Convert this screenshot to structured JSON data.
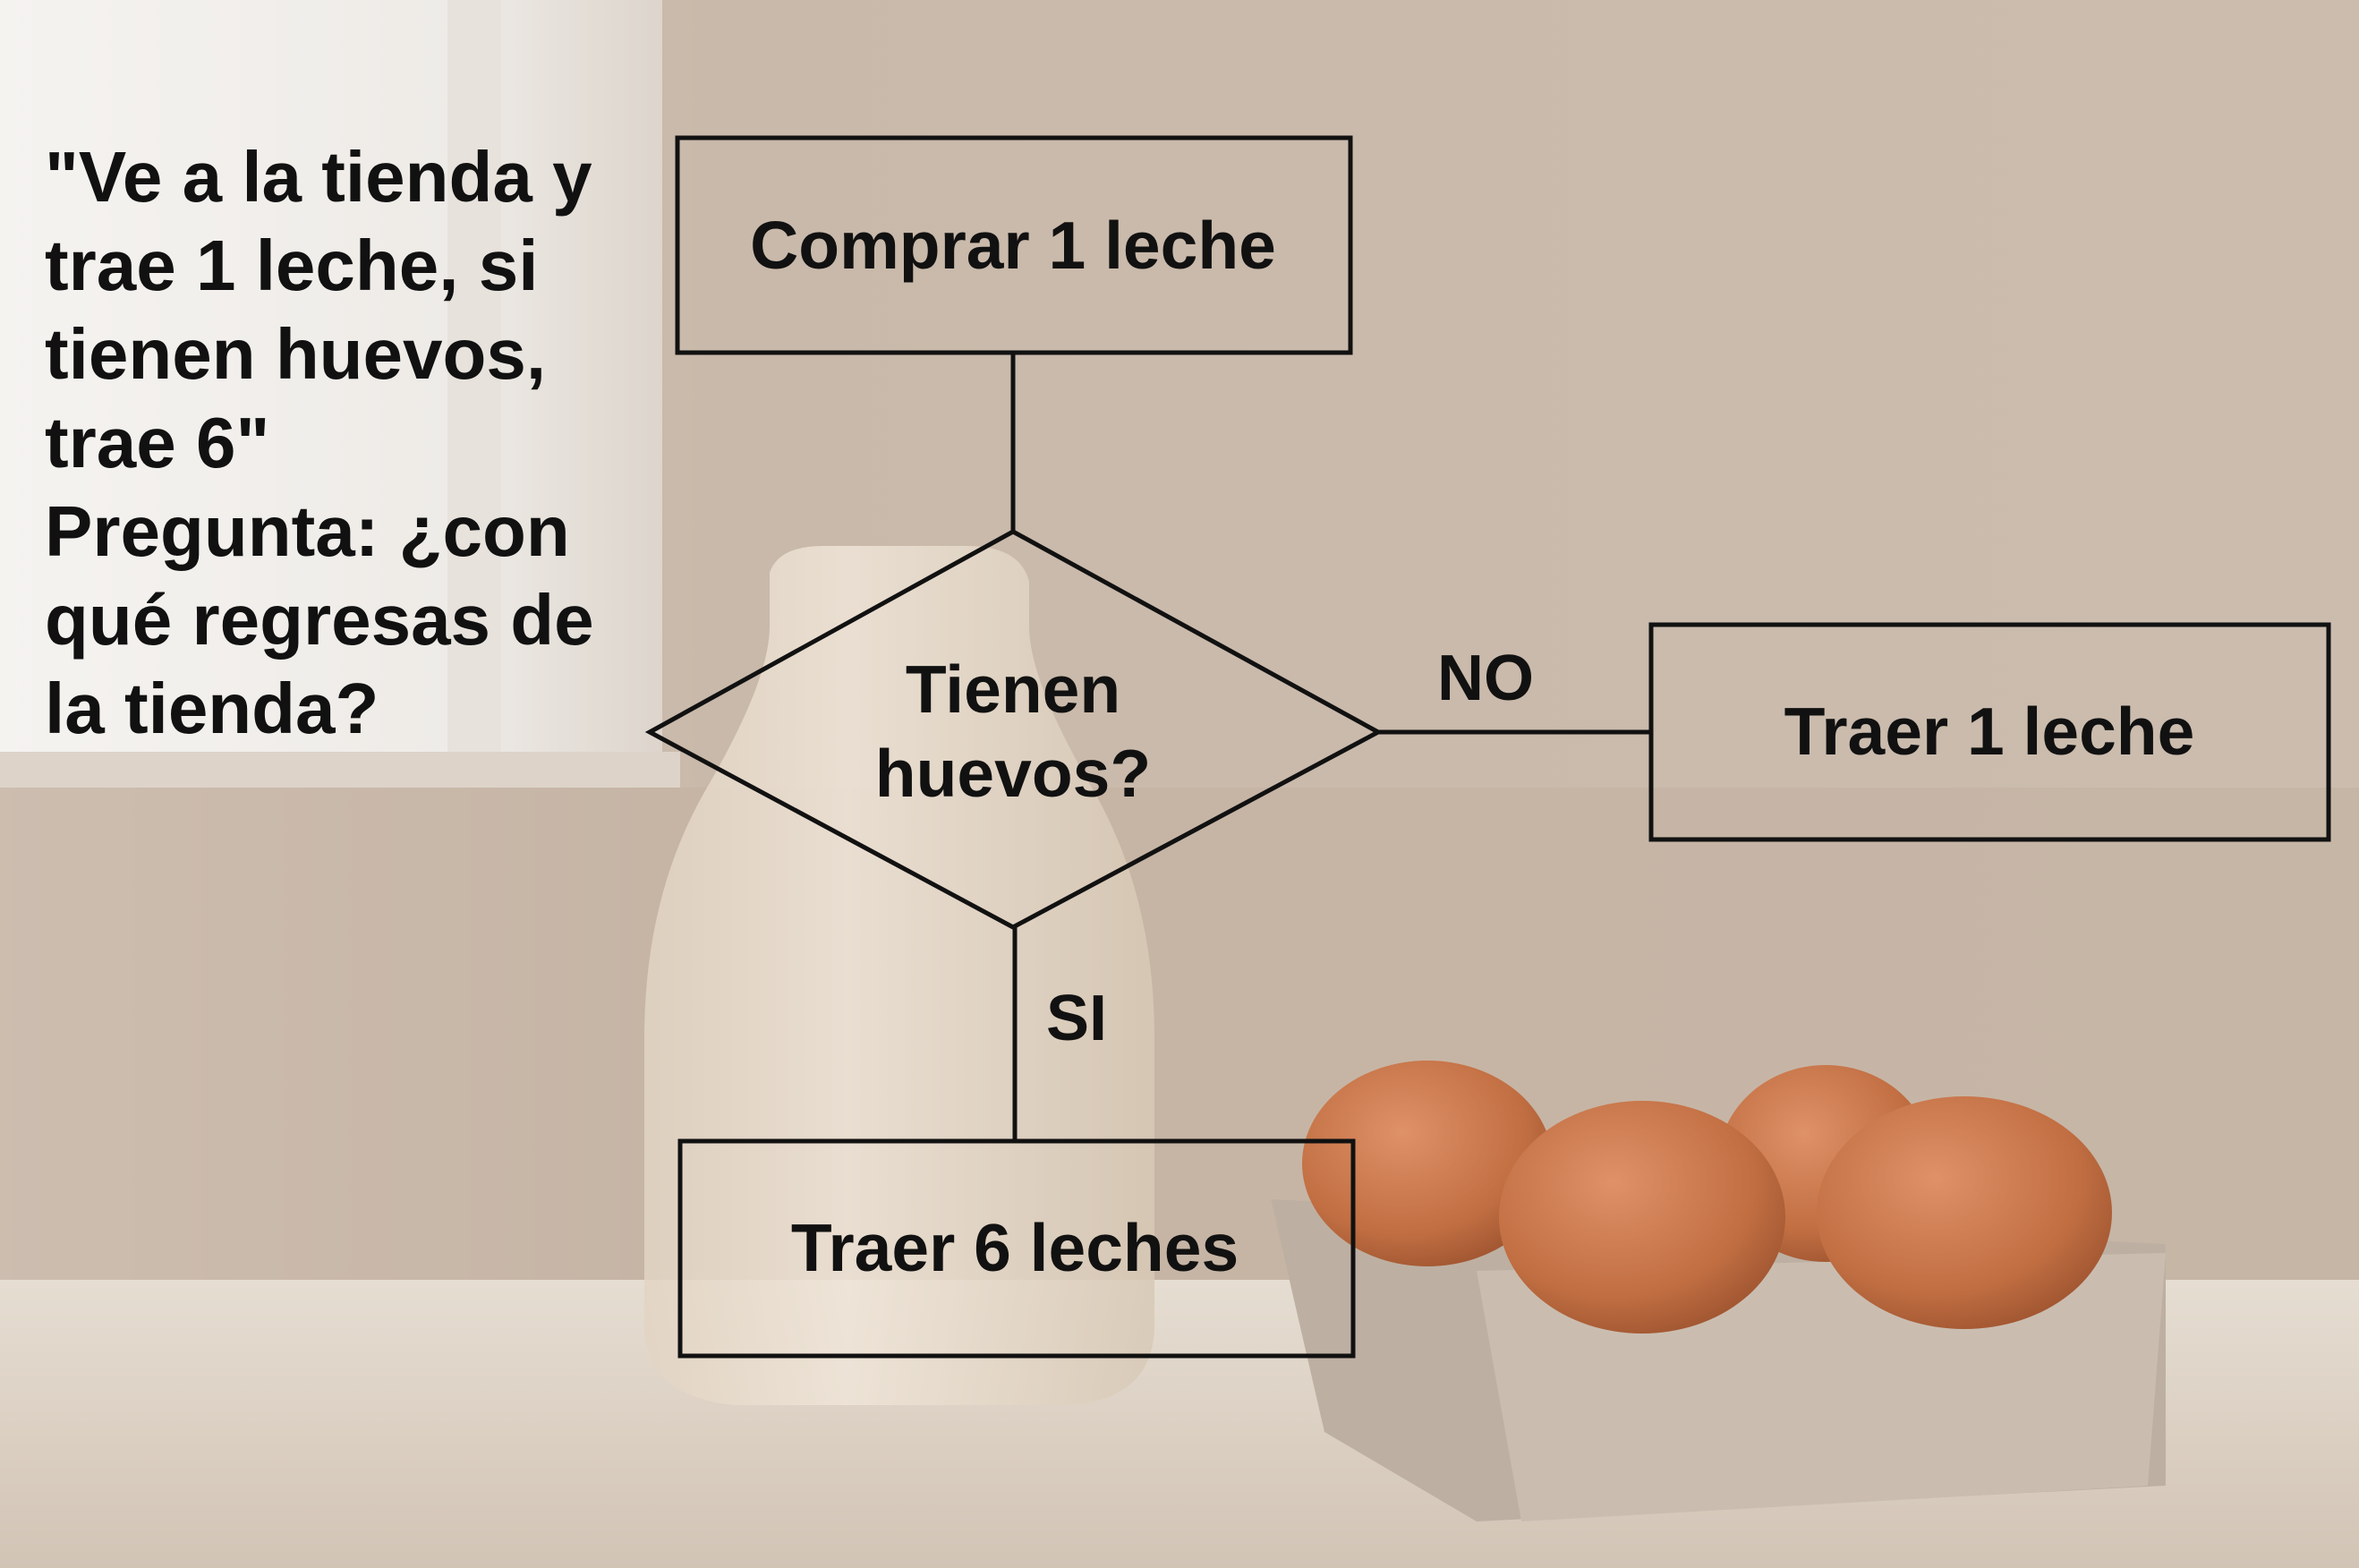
{
  "prompt": {
    "quote_lines": [
      "\"Ve a la tienda y",
      "trae 1 leche, si",
      "tienen huevos,",
      "trae 6\""
    ],
    "question_lines": [
      "Pregunta: ¿con",
      "qué regresas de",
      "la tienda?"
    ]
  },
  "flowchart": {
    "start_node": "Comprar 1 leche",
    "decision_lines": [
      "Tienen",
      "huevos?"
    ],
    "no_label": "NO",
    "no_node": "Traer 1 leche",
    "yes_label": "SI",
    "yes_node": "Traer 6 leches"
  },
  "colors": {
    "line": "#111111",
    "wall": "#c8b8a9",
    "table": "#ddd2c6",
    "milk": "#e8dccd",
    "egg": "#c9774a",
    "carton": "#bdb0a2"
  }
}
